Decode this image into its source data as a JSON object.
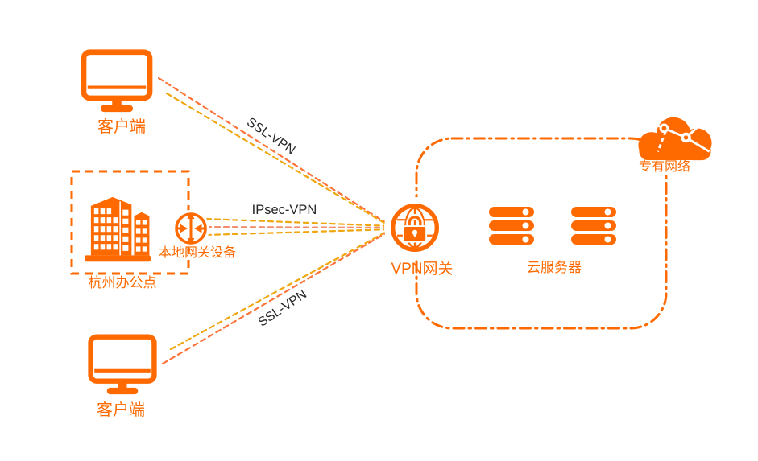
{
  "title": "VPN gateway network architecture diagram",
  "colors": {
    "orange": "#FF6A00",
    "line_yellow": "#F0A60F",
    "line_salmon": "#F28E6E",
    "line_orange": "#FF7338",
    "label_dark": "#262626"
  },
  "nodes": {
    "client_top": {
      "label": "客户端",
      "icon": "monitor-icon"
    },
    "client_bottom": {
      "label": "客户端",
      "icon": "monitor-icon"
    },
    "office": {
      "label": "杭州办公点",
      "icon": "office-building-icon"
    },
    "local_gateway": {
      "label": "本地网关设备",
      "icon": "router-icon"
    },
    "vpn_gateway": {
      "label": "VPN网关",
      "icon": "vpn-gateway-globe-lock-icon"
    },
    "cloud_servers": {
      "label": "云服务器",
      "icon": "server-stack-icon"
    },
    "vpc": {
      "label": "专有网络",
      "icon": "vpc-cloud-icon"
    }
  },
  "connections": {
    "ssl_top": {
      "label": "SSL-VPN",
      "from": "client_top",
      "to": "vpn_gateway"
    },
    "ipsec": {
      "label": "IPsec-VPN",
      "from": "local_gateway",
      "to": "vpn_gateway"
    },
    "ssl_bottom": {
      "label": "SSL-VPN",
      "from": "client_bottom",
      "to": "vpn_gateway"
    }
  }
}
